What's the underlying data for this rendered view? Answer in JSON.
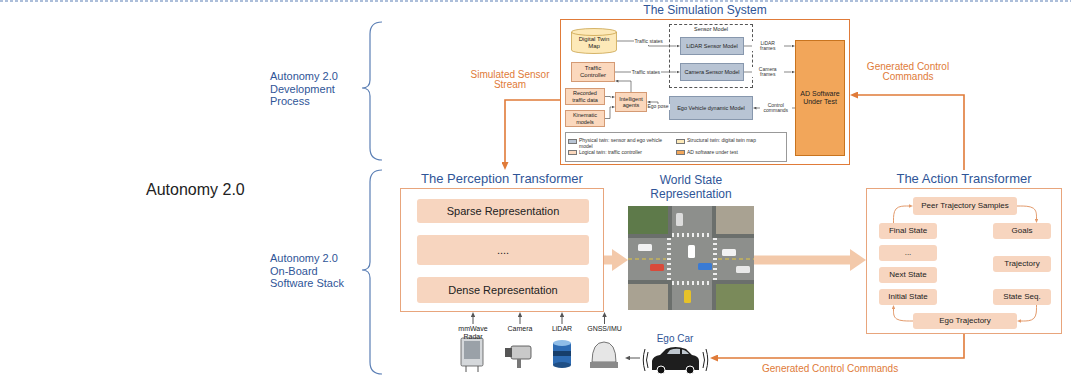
{
  "diagram": {
    "nodes": [
      {
        "text": [
          "The Simulation System"
        ]
      },
      {
        "text": [
          "Digital Twin Map"
        ],
        "in": 0
      },
      {
        "text": [
          "Traffic Controller"
        ],
        "in": 0
      },
      {
        "text": [
          "Recorded traffic data"
        ],
        "in": 0
      },
      {
        "text": [
          "Kinematic models"
        ],
        "in": 0
      },
      {
        "text": [
          "Intelligent agents"
        ],
        "in": 0
      },
      {
        "text": [
          "Sensor Model"
        ],
        "in": 0
      },
      {
        "text": [
          "LiDAR Sensor Model"
        ],
        "in": 6
      },
      {
        "text": [
          "Camera Sensor Model"
        ],
        "in": 6
      },
      {
        "text": [
          "Ego Vehicle dynamic Model"
        ],
        "in": 0
      },
      {
        "text": [
          "AD Software Under Test"
        ],
        "in": 0
      },
      {
        "text": [
          "The Perception Transformer"
        ]
      },
      {
        "text": [
          "Sparse Representation"
        ],
        "in": 11
      },
      {
        "text": [
          "...."
        ],
        "in": 11
      },
      {
        "text": [
          "Dense Representation"
        ],
        "in": 11
      },
      {
        "text": [
          "World State Representation"
        ]
      },
      {
        "text": [
          "The Action Transformer"
        ]
      },
      {
        "text": [
          "Peer Trajectory Samples"
        ],
        "in": 16
      },
      {
        "text": [
          "Final State"
        ],
        "in": 16
      },
      {
        "text": [
          "..."
        ],
        "in": 16
      },
      {
        "text": [
          "Next State"
        ],
        "in": 16
      },
      {
        "text": [
          "Initial State"
        ],
        "in": 16
      },
      {
        "text": [
          "Goals"
        ],
        "in": 16
      },
      {
        "text": [
          "Trajectory"
        ],
        "in": 16
      },
      {
        "text": [
          "State Seq."
        ],
        "in": 16
      },
      {
        "text": [
          "Ego Trajectory"
        ],
        "in": 16
      },
      {
        "text": [
          "mmWave Radar"
        ]
      },
      {
        "text": [
          "Camera"
        ]
      },
      {
        "text": [
          "LiDAR"
        ]
      },
      {
        "text": [
          "GNSS/IMU"
        ]
      },
      {
        "text": [
          "Ego Car"
        ]
      }
    ],
    "edges": [
      {
        "from": 1,
        "to": 7,
        "arrow": "to",
        "label": "Traffic states"
      },
      {
        "from": 2,
        "to": 8,
        "arrow": "to",
        "label": "Traffic states"
      },
      {
        "from": 5,
        "to": 2,
        "arrow": "to"
      },
      {
        "from": 3,
        "to": 5,
        "arrow": "to"
      },
      {
        "from": 4,
        "to": 5,
        "arrow": "to"
      },
      {
        "from": 9,
        "to": 5,
        "arrow": "to",
        "label": "Ego pose"
      },
      {
        "from": 7,
        "to": 10,
        "arrow": "to",
        "label": "LiDAR frames"
      },
      {
        "from": 8,
        "to": 10,
        "arrow": "to",
        "label": "Camera frames"
      },
      {
        "from": 10,
        "to": 9,
        "arrow": "to",
        "label": "Control commands"
      },
      {
        "from": 0,
        "to": 11,
        "arrow": "to",
        "label": "Simulated Sensor Stream"
      },
      {
        "from": 26,
        "to": 11,
        "arrow": "to"
      },
      {
        "from": 27,
        "to": 11,
        "arrow": "to"
      },
      {
        "from": 28,
        "to": 11,
        "arrow": "to"
      },
      {
        "from": 29,
        "to": 11,
        "arrow": "to"
      },
      {
        "from": 11,
        "to": 15,
        "arrow": "to"
      },
      {
        "from": 15,
        "to": 16,
        "arrow": "to"
      },
      {
        "from": 16,
        "to": 0,
        "arrow": "to",
        "label": "Generated Control Commands"
      },
      {
        "from": 16,
        "to": 30,
        "arrow": "to",
        "label": "Generated Control Commands"
      },
      {
        "from": 30,
        "to": 29,
        "arrow": "to"
      },
      {
        "from": 17,
        "to": 22,
        "arrow": "to"
      },
      {
        "from": 24,
        "to": 25,
        "arrow": "to"
      },
      {
        "from": 25,
        "to": 21,
        "arrow": "to"
      },
      {
        "from": 18,
        "to": 17,
        "arrow": "to"
      }
    ],
    "labels": [
      "Autonomy 2.0",
      "Autonomy 2.0 Development Process",
      "Autonomy 2.0 On-Board Software Stack"
    ],
    "legend": [
      {
        "text": "Physical twin: sensor and ego vehicle model",
        "color": "#b8c4d4"
      },
      {
        "text": "Structural twin: digital twin map",
        "color": "#fde9b8"
      },
      {
        "text": "Logical twin: traffic controller",
        "color": "#fbd8bd"
      },
      {
        "text": "AD software under test",
        "color": "#f2a65a"
      }
    ]
  }
}
